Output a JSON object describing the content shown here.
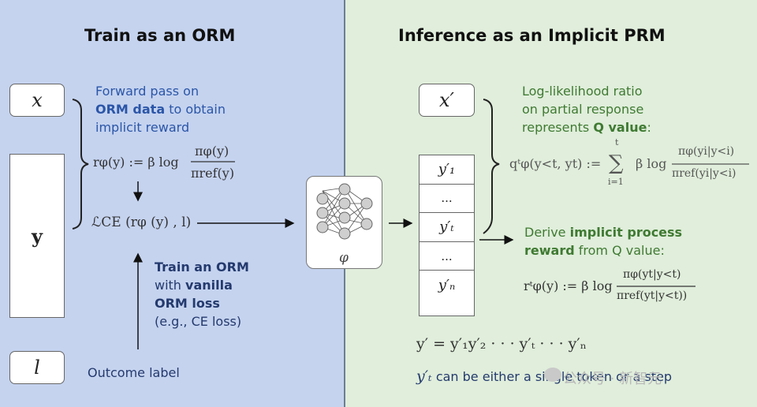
{
  "left": {
    "title": "Train as an ORM",
    "x_box": "x",
    "y_box": "y",
    "l_box": "l",
    "forward_line1": "Forward pass on",
    "forward_bold": "ORM data",
    "forward_line2_rest": " to obtain",
    "forward_line3": "implicit reward",
    "reward_formula": "r_φ(y) := β log π_φ(y) / π_ref(y)",
    "reward_lhs": "rφ(y) := β log",
    "reward_num": "πφ(y)",
    "reward_den": "πref(y)",
    "loss_formula": "ℒCE (rφ (y) , l)",
    "train_bold1": "Train an ORM",
    "train_plain2": "with ",
    "train_bold2": "vanilla",
    "train_bold3": "ORM loss",
    "train_line4": "(e.g.,  CE loss)",
    "outcome_label": "Outcome label"
  },
  "center": {
    "phi": "φ"
  },
  "right": {
    "title": "Inference as an Implicit PRM",
    "x_prime_box": "x′",
    "tokens": [
      "y′₁",
      "...",
      "y′ₜ",
      "...",
      "y′ₙ"
    ],
    "loglik_line1": "Log-likelihood ratio",
    "loglik_line2": "on partial response",
    "loglik_line3_plain": "represents ",
    "loglik_line3_bold": "Q value",
    "loglik_line3_end": ":",
    "q_lhs": "qᵗφ(y<t, yt) :=",
    "q_sum_top": "t",
    "q_sum_bottom": "i=1",
    "q_mid": "β log",
    "q_num": "πφ(yi|y<i)",
    "q_den": "πref(yi|y<i)",
    "derive_line1_plain": "Derive ",
    "derive_line1_bold": "implicit process",
    "derive_line2_bold": "reward",
    "derive_line2_plain": " from Q value:",
    "r_lhs": "rᵗφ(y) := β log",
    "r_num": "πφ(yt|y<t)",
    "r_den": "πref(yt|y<t))",
    "seq_formula": "y′ = y′₁y′₂ · · · y′ₜ · · · y′ₙ",
    "token_note_math": "y′ₜ",
    "token_note_text": " can be either a single token or a step"
  },
  "watermark": "公众号 · 新智元",
  "colors": {
    "left_bg": "#c5d3ef",
    "right_bg": "#e0eedb",
    "blue_text": "#2b56a8",
    "green_text": "#3f7a32"
  }
}
